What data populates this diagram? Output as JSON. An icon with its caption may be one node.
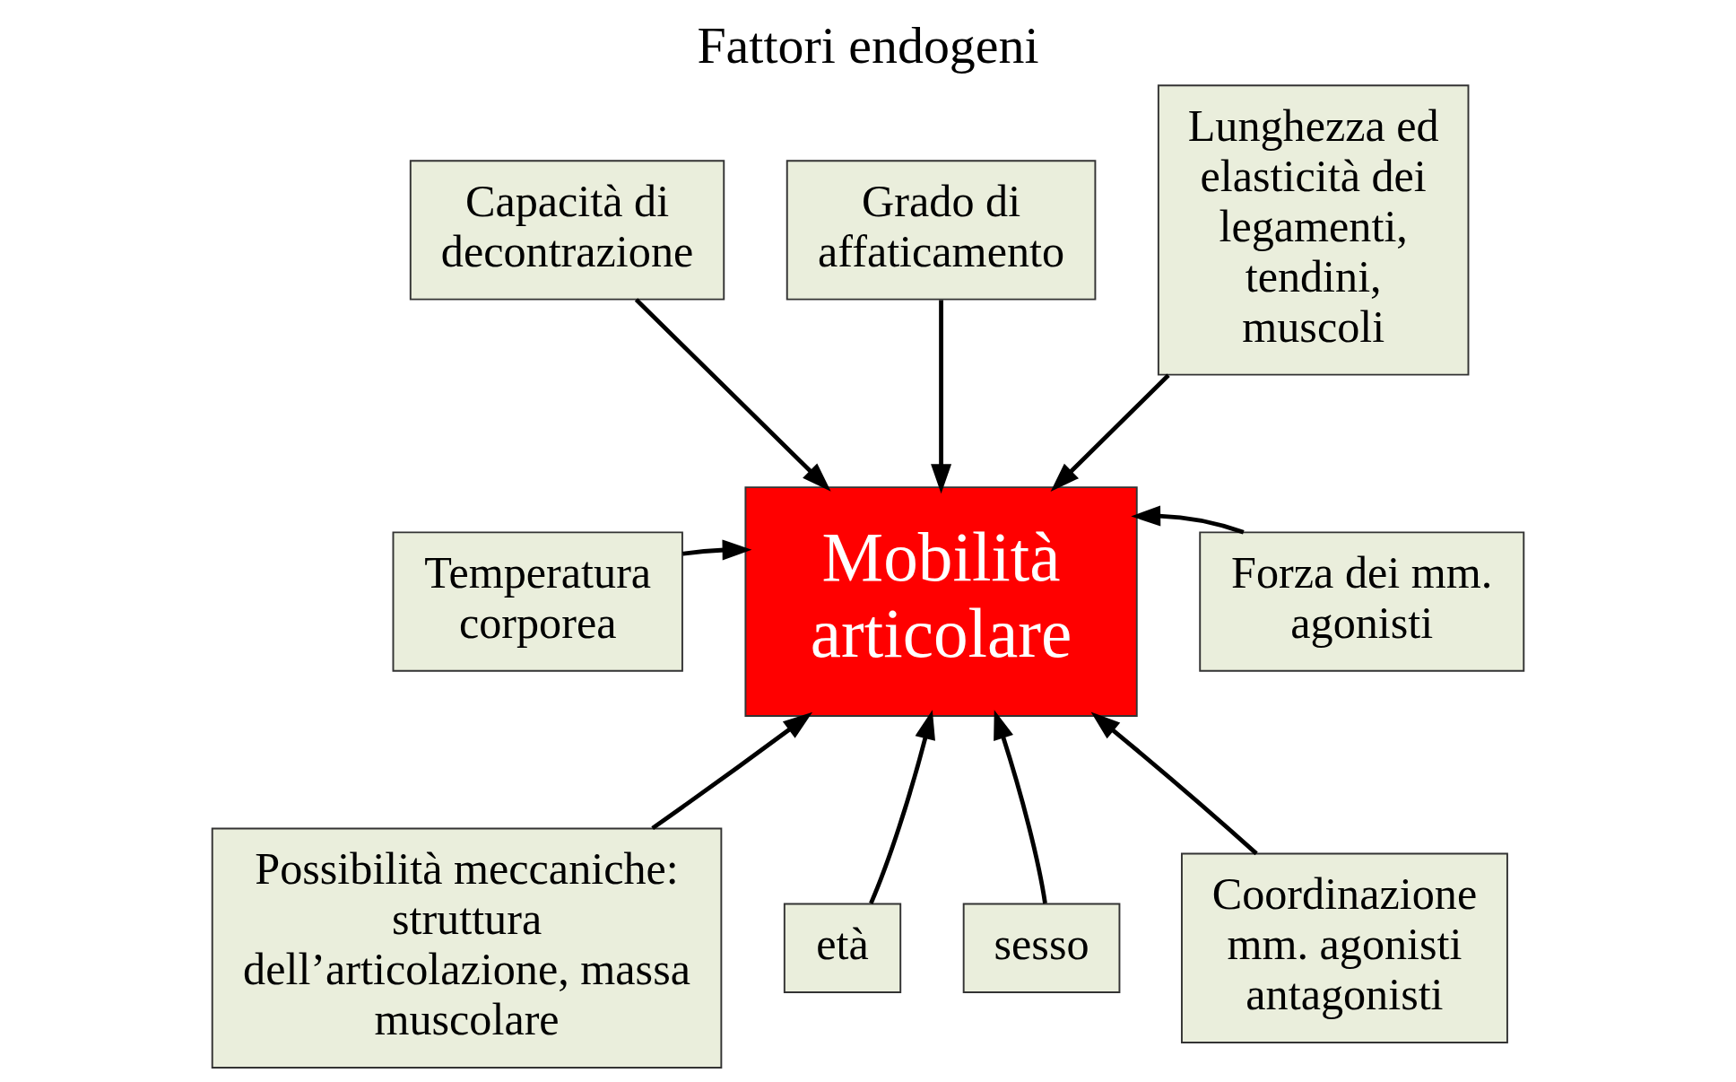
{
  "diagram": {
    "title": "Fattori endogeni",
    "nodes": [
      {
        "text": [
          "Capacità di decontrazione"
        ]
      },
      {
        "text": [
          "Grado di affaticamento"
        ]
      },
      {
        "text": [
          "Lunghezza ed elasticità dei legamenti, tendini, muscoli"
        ]
      },
      {
        "text": [
          "Temperatura corporea"
        ]
      },
      {
        "text": [
          "Mobilità articolare"
        ]
      },
      {
        "text": [
          "Forza dei mm. agonisti"
        ]
      },
      {
        "text": [
          "Possibilità meccaniche: struttura dell’articolazione, massa muscolare"
        ]
      },
      {
        "text": [
          "età"
        ]
      },
      {
        "text": [
          "sesso"
        ]
      },
      {
        "text": [
          "Coordinazione mm. agonisti antagonisti"
        ]
      }
    ],
    "edges": [
      {
        "from": 0,
        "to": 4,
        "arrow": "to"
      },
      {
        "from": 1,
        "to": 4,
        "arrow": "to"
      },
      {
        "from": 2,
        "to": 4,
        "arrow": "to"
      },
      {
        "from": 3,
        "to": 4,
        "arrow": "to"
      },
      {
        "from": 5,
        "to": 4,
        "arrow": "to"
      },
      {
        "from": 6,
        "to": 4,
        "arrow": "to"
      },
      {
        "from": 7,
        "to": 4,
        "arrow": "to"
      },
      {
        "from": 8,
        "to": 4,
        "arrow": "to"
      },
      {
        "from": 9,
        "to": 4,
        "arrow": "to"
      }
    ]
  }
}
